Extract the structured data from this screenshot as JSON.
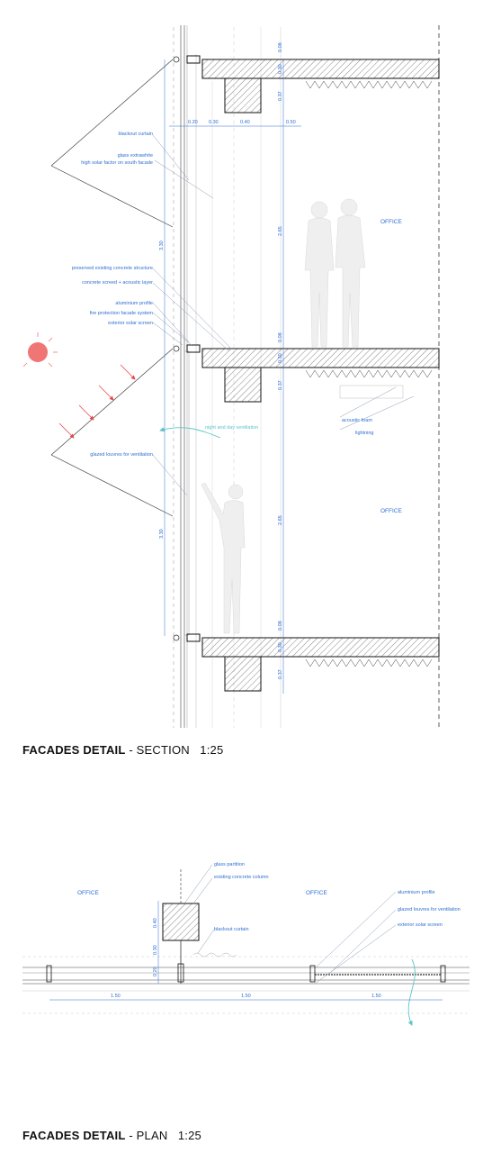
{
  "section": {
    "title_bold": "FACADES DETAIL",
    "title_rest": " - SECTION   1:25",
    "dims_top": [
      "0.20",
      "0.30",
      "0.40",
      "0.50"
    ],
    "dims_slab": [
      "0.08",
      "0.30",
      "0.37"
    ],
    "dims_height": [
      "2.65",
      "3.30"
    ],
    "labels": {
      "blackout_curtain": "blackout curtain",
      "glass_extrawhite": "glass extrawhite",
      "high_solar": "high solar factor on south facade",
      "preserved": "preserved existing concrete structure",
      "concrete_screed": "concrete screed + acoustic layer",
      "aluminium_profile": "aluminium profile",
      "fire_protection": "fire protection facade system",
      "exterior_screen": "exterior solar screen",
      "night_vent": "night and day ventilation",
      "glazed_louvres": "glazed louvres for ventilation",
      "acoustic_foam": "acoustic foam",
      "lightning": "lightning",
      "office_1": "OFFICE",
      "office_2": "OFFICE"
    }
  },
  "plan": {
    "title_bold": "FACADES DETAIL",
    "title_rest": " - PLAN   1:25",
    "dims_span": [
      "1.50",
      "1.50",
      "1.50"
    ],
    "dims_col": [
      "0.40",
      "0.30",
      "0.20"
    ],
    "labels": {
      "glass_partition": "glass partition",
      "existing_column": "existing concrete column",
      "blackout_curtain": "blackout curtain",
      "aluminium_profile": "aluminium profile",
      "glazed_louvres": "glazed louvres for ventilation",
      "exterior_screen": "exterior solar screen",
      "office_left": "OFFICE",
      "office_right": "OFFICE"
    }
  },
  "colors": {
    "annotation": "#2f6fd1",
    "sun": "#f07575",
    "rays": "#e8454a",
    "airflow": "#5cc6c8"
  }
}
